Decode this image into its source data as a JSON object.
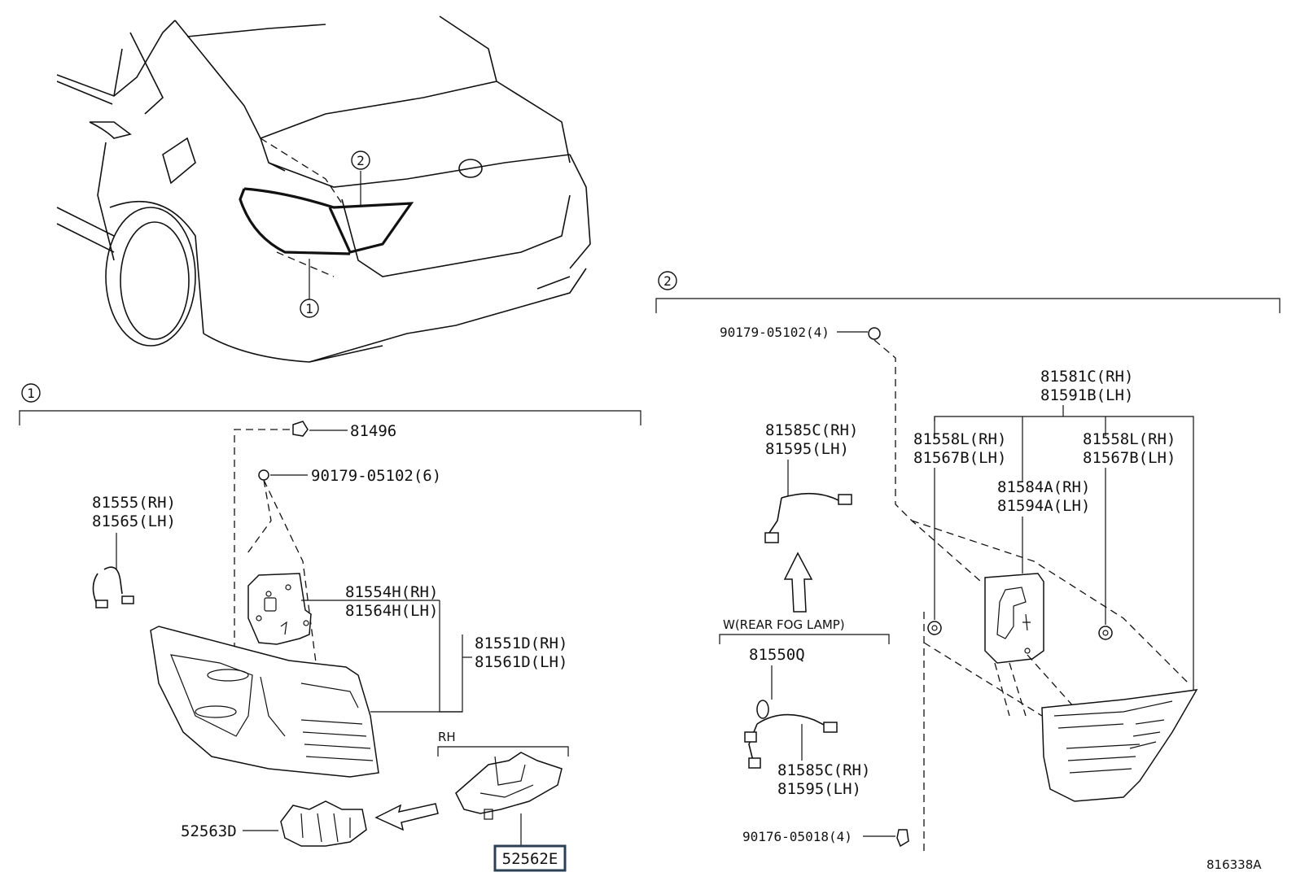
{
  "diagram_id": "816338A",
  "callouts": {
    "one": "1",
    "two": "2"
  },
  "section1": {
    "clip": "81496",
    "screw": "90179-05102(6)",
    "socket_rh": "81555(RH)",
    "socket_lh": "81565(LH)",
    "gasket_rh": "81554H(RH)",
    "gasket_lh": "81564H(LH)",
    "lamp_rh": "81551D(RH)",
    "lamp_lh": "81561D(LH)",
    "rh_label": "RH",
    "cover": "52563D",
    "bracket": "52562E"
  },
  "section2": {
    "screw_top": "90179-05102(4)",
    "lamp_rh": "81581C(RH)",
    "lamp_lh": "81591B(LH)",
    "wire_rh": "81585C(RH)",
    "wire_lh": "81595(LH)",
    "grommet_a_rh": "81558L(RH)",
    "grommet_a_lh": "81567B(LH)",
    "grommet_b_rh": "81558L(RH)",
    "grommet_b_lh": "81567B(LH)",
    "holder_rh": "81584A(RH)",
    "holder_lh": "81594A(LH)",
    "fog_label": "W(REAR FOG LAMP)",
    "bulb": "81550Q",
    "wire2_rh": "81585C(RH)",
    "wire2_lh": "81595(LH)",
    "screw_bottom": "90176-05018(4)"
  }
}
